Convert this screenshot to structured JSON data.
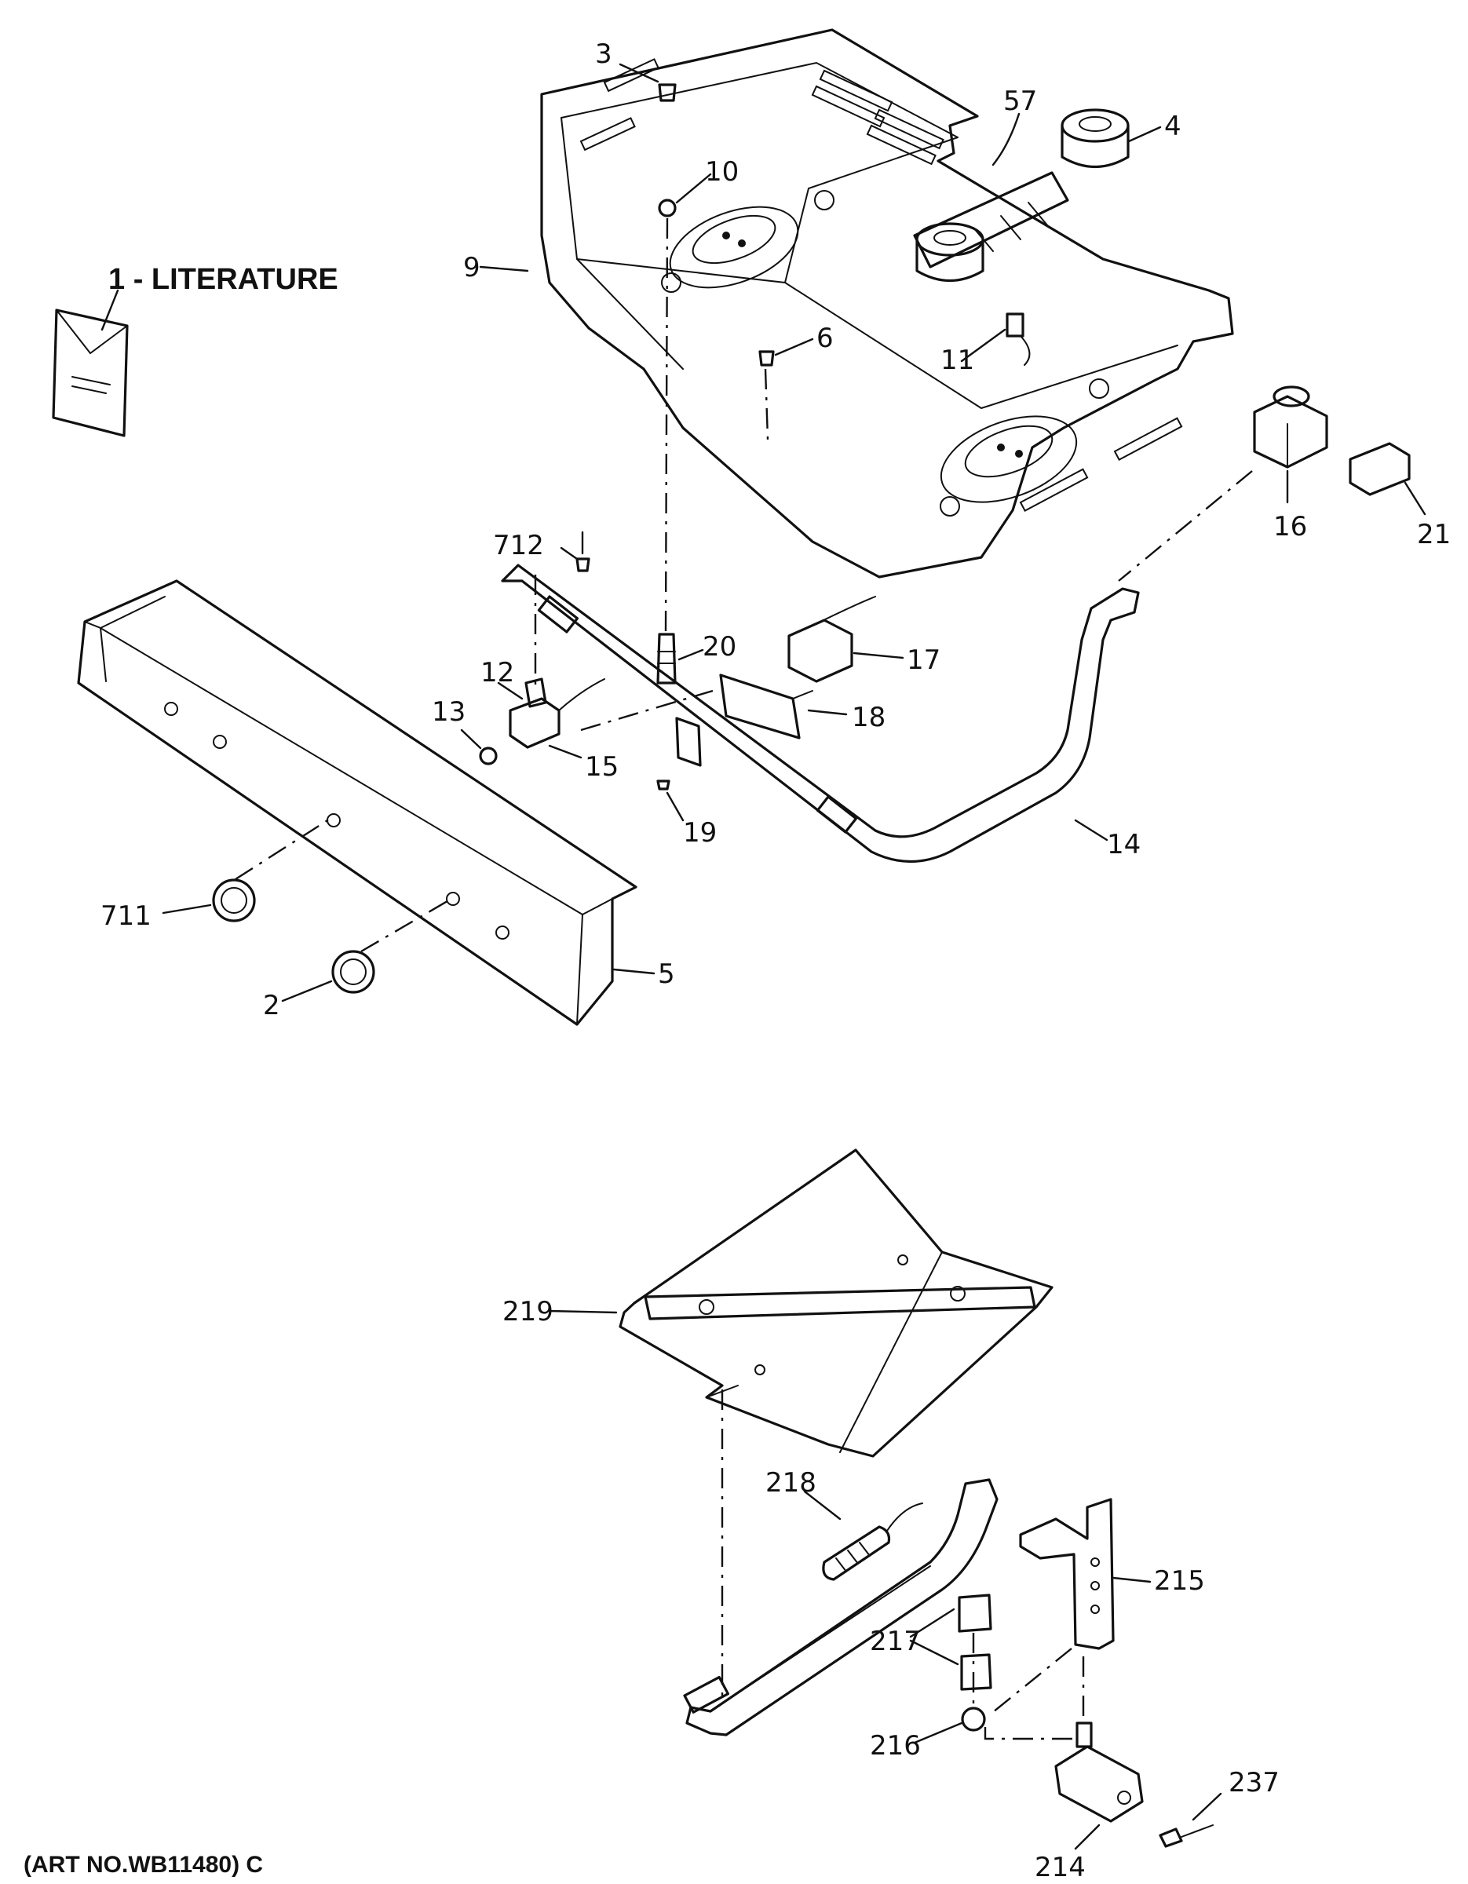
{
  "literature_label": "1 - LITERATURE",
  "art_number": "(ART NO.WB11480) C",
  "callouts": [
    "3",
    "57",
    "4",
    "10",
    "9",
    "6",
    "11",
    "16",
    "21",
    "712",
    "20",
    "17",
    "12",
    "13",
    "15",
    "18",
    "19",
    "14",
    "711",
    "2",
    "5",
    "219",
    "218",
    "215",
    "217",
    "216",
    "237",
    "214"
  ]
}
